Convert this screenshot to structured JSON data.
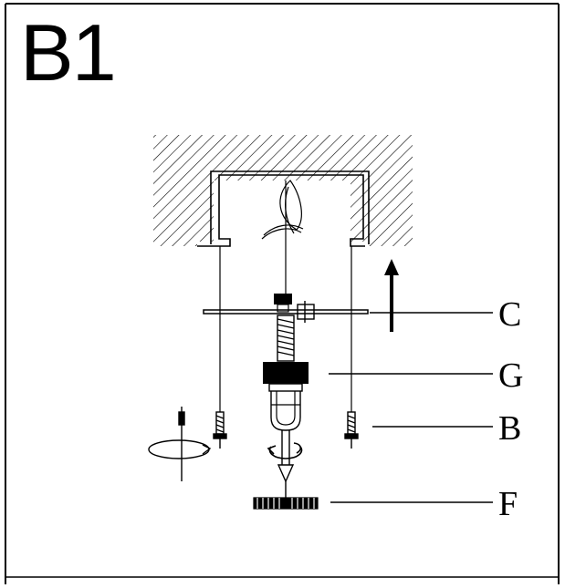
{
  "step": {
    "label": "B1"
  },
  "parts": [
    {
      "id": "C",
      "label": "C"
    },
    {
      "id": "G",
      "label": "G"
    },
    {
      "id": "B",
      "label": "B"
    },
    {
      "id": "F",
      "label": "F"
    }
  ],
  "colors": {
    "ink": "#000000",
    "background": "#ffffff"
  },
  "icons": [
    "upward-arrow-icon",
    "rotate-arrow-icon",
    "tighten-arrow-icon"
  ]
}
